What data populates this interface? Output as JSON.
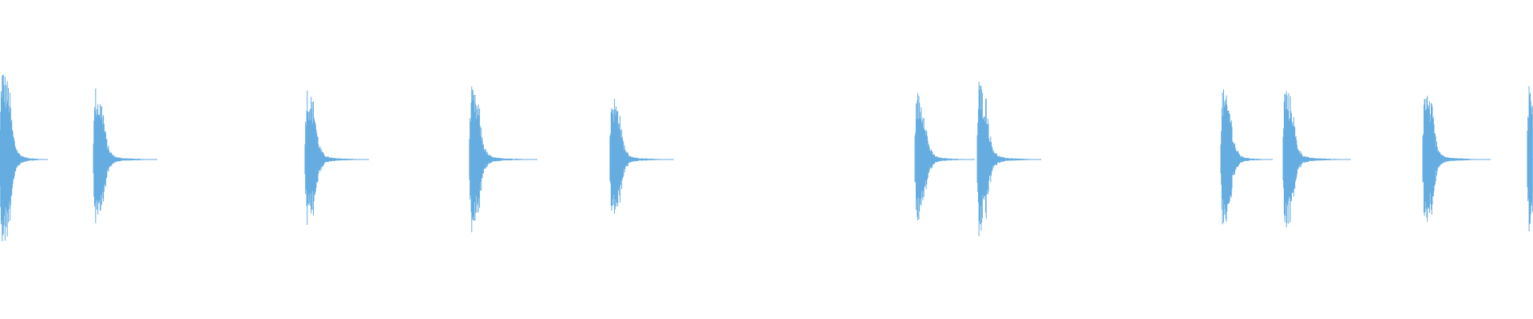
{
  "waveform": {
    "color": "#65ade0",
    "background": "#ffffff",
    "duration": 1920,
    "bursts": [
      {
        "t": 0,
        "amp": 0.62,
        "decay": 60
      },
      {
        "t": 117,
        "amp": 0.47,
        "decay": 80
      },
      {
        "t": 382,
        "amp": 0.48,
        "decay": 80
      },
      {
        "t": 588,
        "amp": 0.47,
        "decay": 85
      },
      {
        "t": 764,
        "amp": 0.44,
        "decay": 80
      },
      {
        "t": 1146,
        "amp": 0.45,
        "decay": 75
      },
      {
        "t": 1224,
        "amp": 0.52,
        "decay": 80
      },
      {
        "t": 1529,
        "amp": 0.46,
        "decay": 65
      },
      {
        "t": 1607,
        "amp": 0.49,
        "decay": 85
      },
      {
        "t": 1782,
        "amp": 0.48,
        "decay": 85
      },
      {
        "t": 1913,
        "amp": 0.52,
        "decay": 7
      }
    ]
  }
}
